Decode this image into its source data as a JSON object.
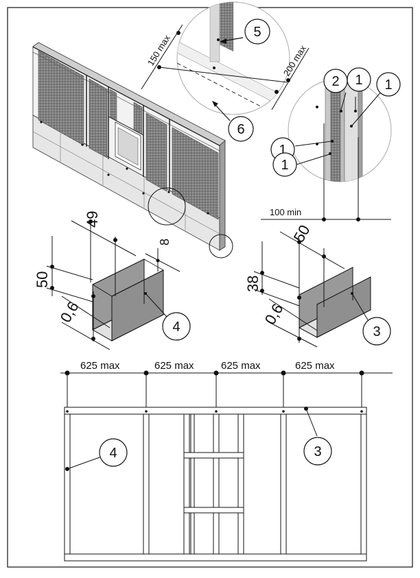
{
  "callouts": {
    "c1": "1",
    "c2": "2",
    "c3": "3",
    "c4": "4",
    "c5": "5",
    "c6": "6"
  },
  "dims": {
    "max150": "150 max",
    "max200": "200 max",
    "min100": "100 min",
    "w49": "49",
    "h50": "50",
    "t06": "0,6",
    "f8": "8",
    "w50": "50",
    "h38": "38",
    "spacing": "625 max"
  },
  "colors": {
    "line": "#111111",
    "panel": "#8a8a8a",
    "steel": "#9a9a9a",
    "detail_circle": "#aaaaaa"
  }
}
